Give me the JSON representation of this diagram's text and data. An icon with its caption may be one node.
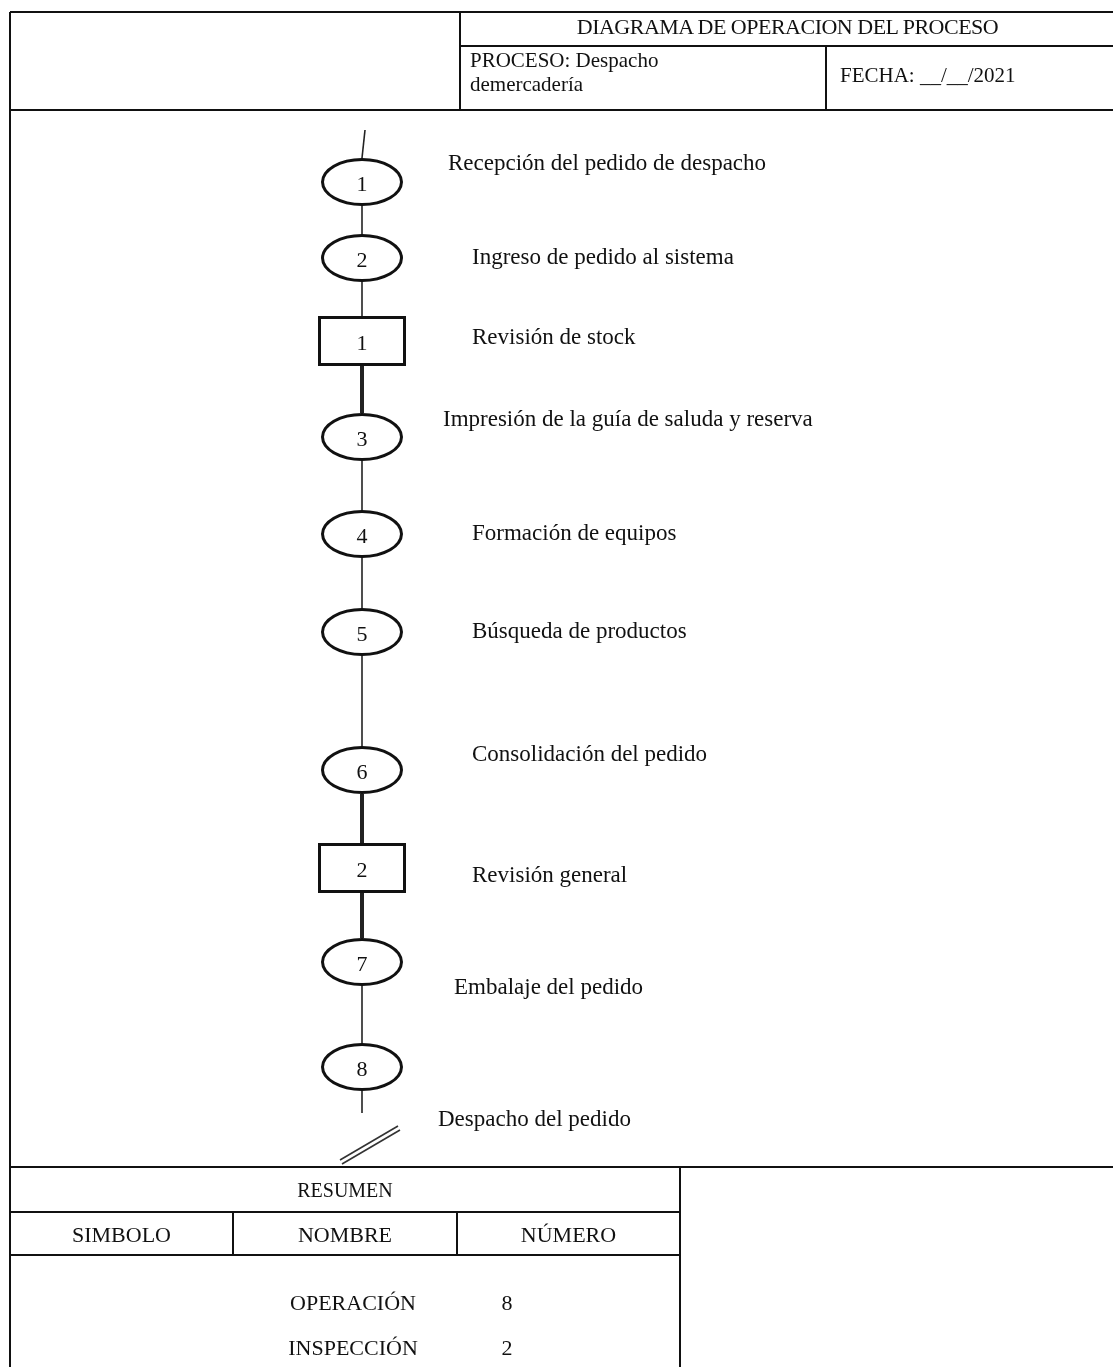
{
  "diagram": {
    "title": "DIAGRAMA DE OPERACION DEL PROCESO",
    "nodes": [
      {
        "text": [
          "1"
        ],
        "beside": [
          "Recepción del pedido de despacho"
        ]
      },
      {
        "text": [
          "2"
        ],
        "beside": [
          "Ingreso de pedido al sistema"
        ]
      },
      {
        "text": [
          "1"
        ],
        "beside": [
          "Revisión de stock"
        ]
      },
      {
        "text": [
          "3"
        ],
        "beside": [
          "Impresión de la guía de saluda y reserva"
        ]
      },
      {
        "text": [
          "4"
        ],
        "beside": [
          "Formación de equipos"
        ]
      },
      {
        "text": [
          "5"
        ],
        "beside": [
          "Búsqueda de productos"
        ]
      },
      {
        "text": [
          "6"
        ],
        "beside": [
          "Consolidación del pedido"
        ]
      },
      {
        "text": [
          "2"
        ],
        "beside": [
          "Revisión general"
        ]
      },
      {
        "text": [
          "7"
        ],
        "beside": [
          "Embalaje del pedido"
        ]
      },
      {
        "text": [
          "8"
        ],
        "beside": [
          "Despacho del pedido"
        ]
      }
    ],
    "edges": [
      {
        "from": null,
        "to": 0,
        "arrow": "none"
      },
      {
        "from": 0,
        "to": 1,
        "arrow": "none"
      },
      {
        "from": 1,
        "to": 2,
        "arrow": "none"
      },
      {
        "from": 2,
        "to": 3,
        "arrow": "none",
        "style": "thick"
      },
      {
        "from": 3,
        "to": 4,
        "arrow": "none"
      },
      {
        "from": 4,
        "to": 5,
        "arrow": "none"
      },
      {
        "from": 5,
        "to": 6,
        "arrow": "none"
      },
      {
        "from": 6,
        "to": 7,
        "arrow": "none",
        "style": "thick"
      },
      {
        "from": 7,
        "to": 8,
        "arrow": "none",
        "style": "thick"
      },
      {
        "from": 8,
        "to": 9,
        "arrow": "none"
      },
      {
        "from": 9,
        "to": null,
        "arrow": "none"
      }
    ],
    "labels": [
      "PROCESO: Despacho demercadería",
      "FECHA: __/__/2021",
      "RESUMEN",
      "SIMBOLO",
      "NOMBRE",
      "NÚMERO",
      "OPERACIÓN",
      "8",
      "INSPECCIÓN",
      "2"
    ]
  }
}
